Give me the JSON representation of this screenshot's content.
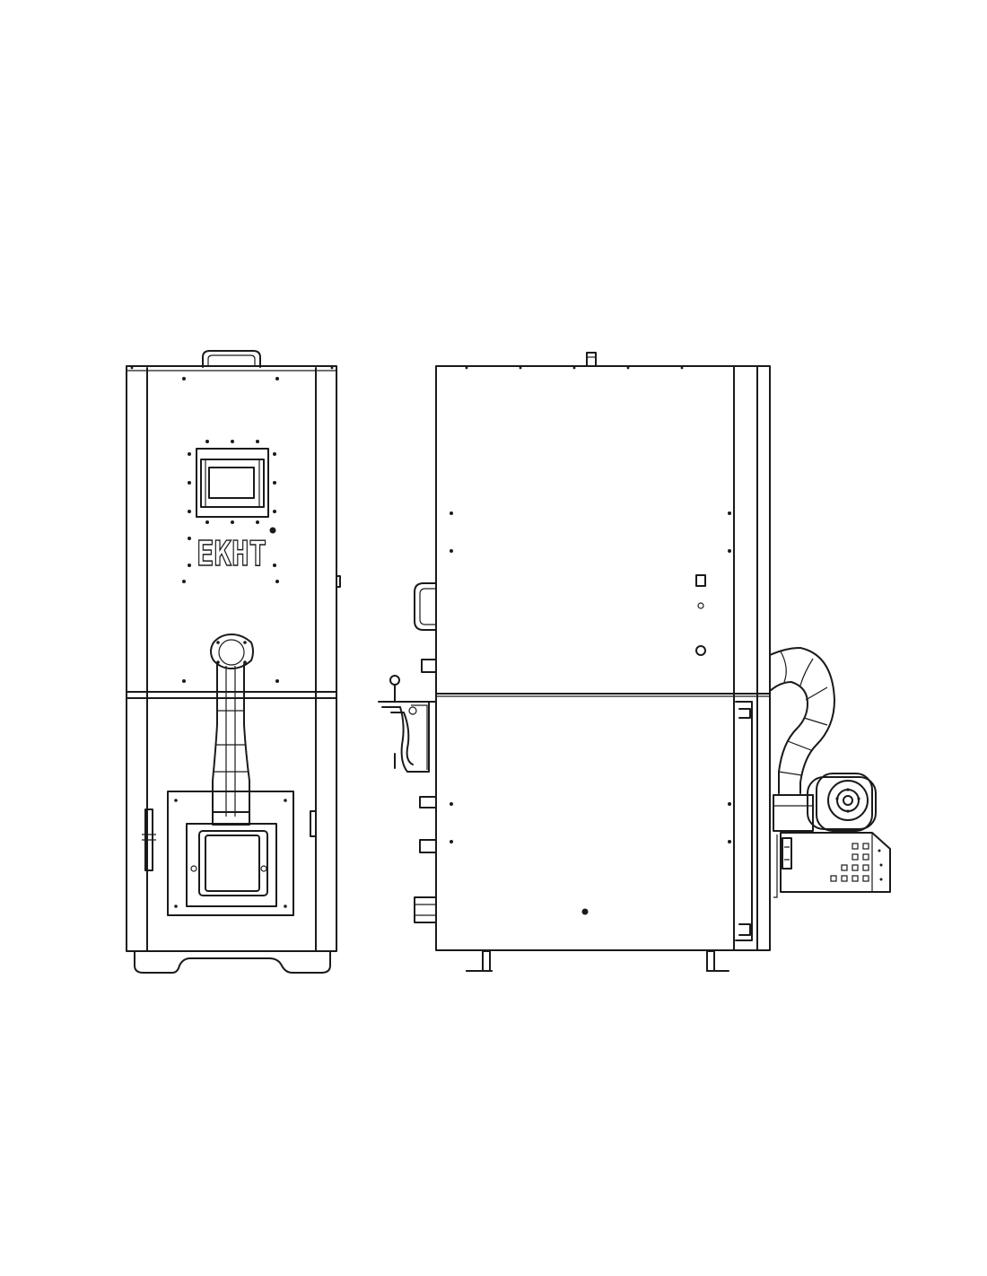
{
  "drawing": {
    "views": [
      {
        "id": "front-view"
      },
      {
        "id": "side-view"
      }
    ],
    "logo_text": "EKHT",
    "line_color": "#1a1a1a",
    "background": "#ffffff"
  }
}
